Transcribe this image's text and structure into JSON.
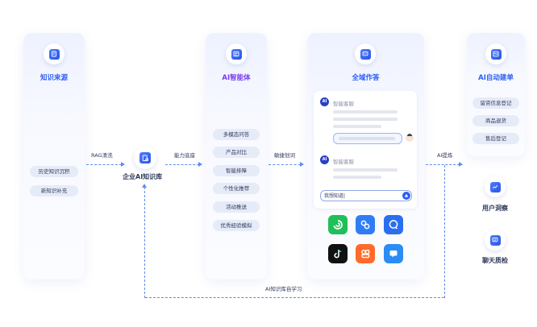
{
  "sources": {
    "title": "知识来源",
    "items": [
      "历史知识沉积",
      "新知识补充"
    ]
  },
  "flow_labels": {
    "rag": "RAG清洗",
    "capability": "能力底座",
    "dispatch": "敏捷划词",
    "training": "AI提炼",
    "self_learning": "AI知识库自学习"
  },
  "knowledge_base": {
    "title": "企业AI知识库"
  },
  "agent": {
    "title": "AI智能体",
    "items": [
      "多模态问答",
      "产品对比",
      "智能排障",
      "个性化推荐",
      "活动推送",
      "优秀经验模拟"
    ]
  },
  "omni": {
    "title": "全域作答",
    "bot_name_1": "智能客服",
    "bot_name_2": "智能客服",
    "avatar_text": "AI",
    "input_placeholder": "我想知道|",
    "apps": [
      {
        "name": "wechat-work",
        "color": "#1fbf5a"
      },
      {
        "name": "dingtalk-link",
        "color": "#2f7df6"
      },
      {
        "name": "chat-bubble",
        "color": "#2a6ff0"
      },
      {
        "name": "tiktok",
        "color": "#111111"
      },
      {
        "name": "mini-program",
        "color": "#ff6a2b"
      },
      {
        "name": "web-chat",
        "color": "#2b8cf5"
      }
    ]
  },
  "order": {
    "title": "AI自动建单",
    "items": [
      "留资信息登记",
      "商品退货",
      "售后登记"
    ]
  },
  "insight": {
    "title": "用户洞察"
  },
  "quality": {
    "title": "聊天质检"
  }
}
